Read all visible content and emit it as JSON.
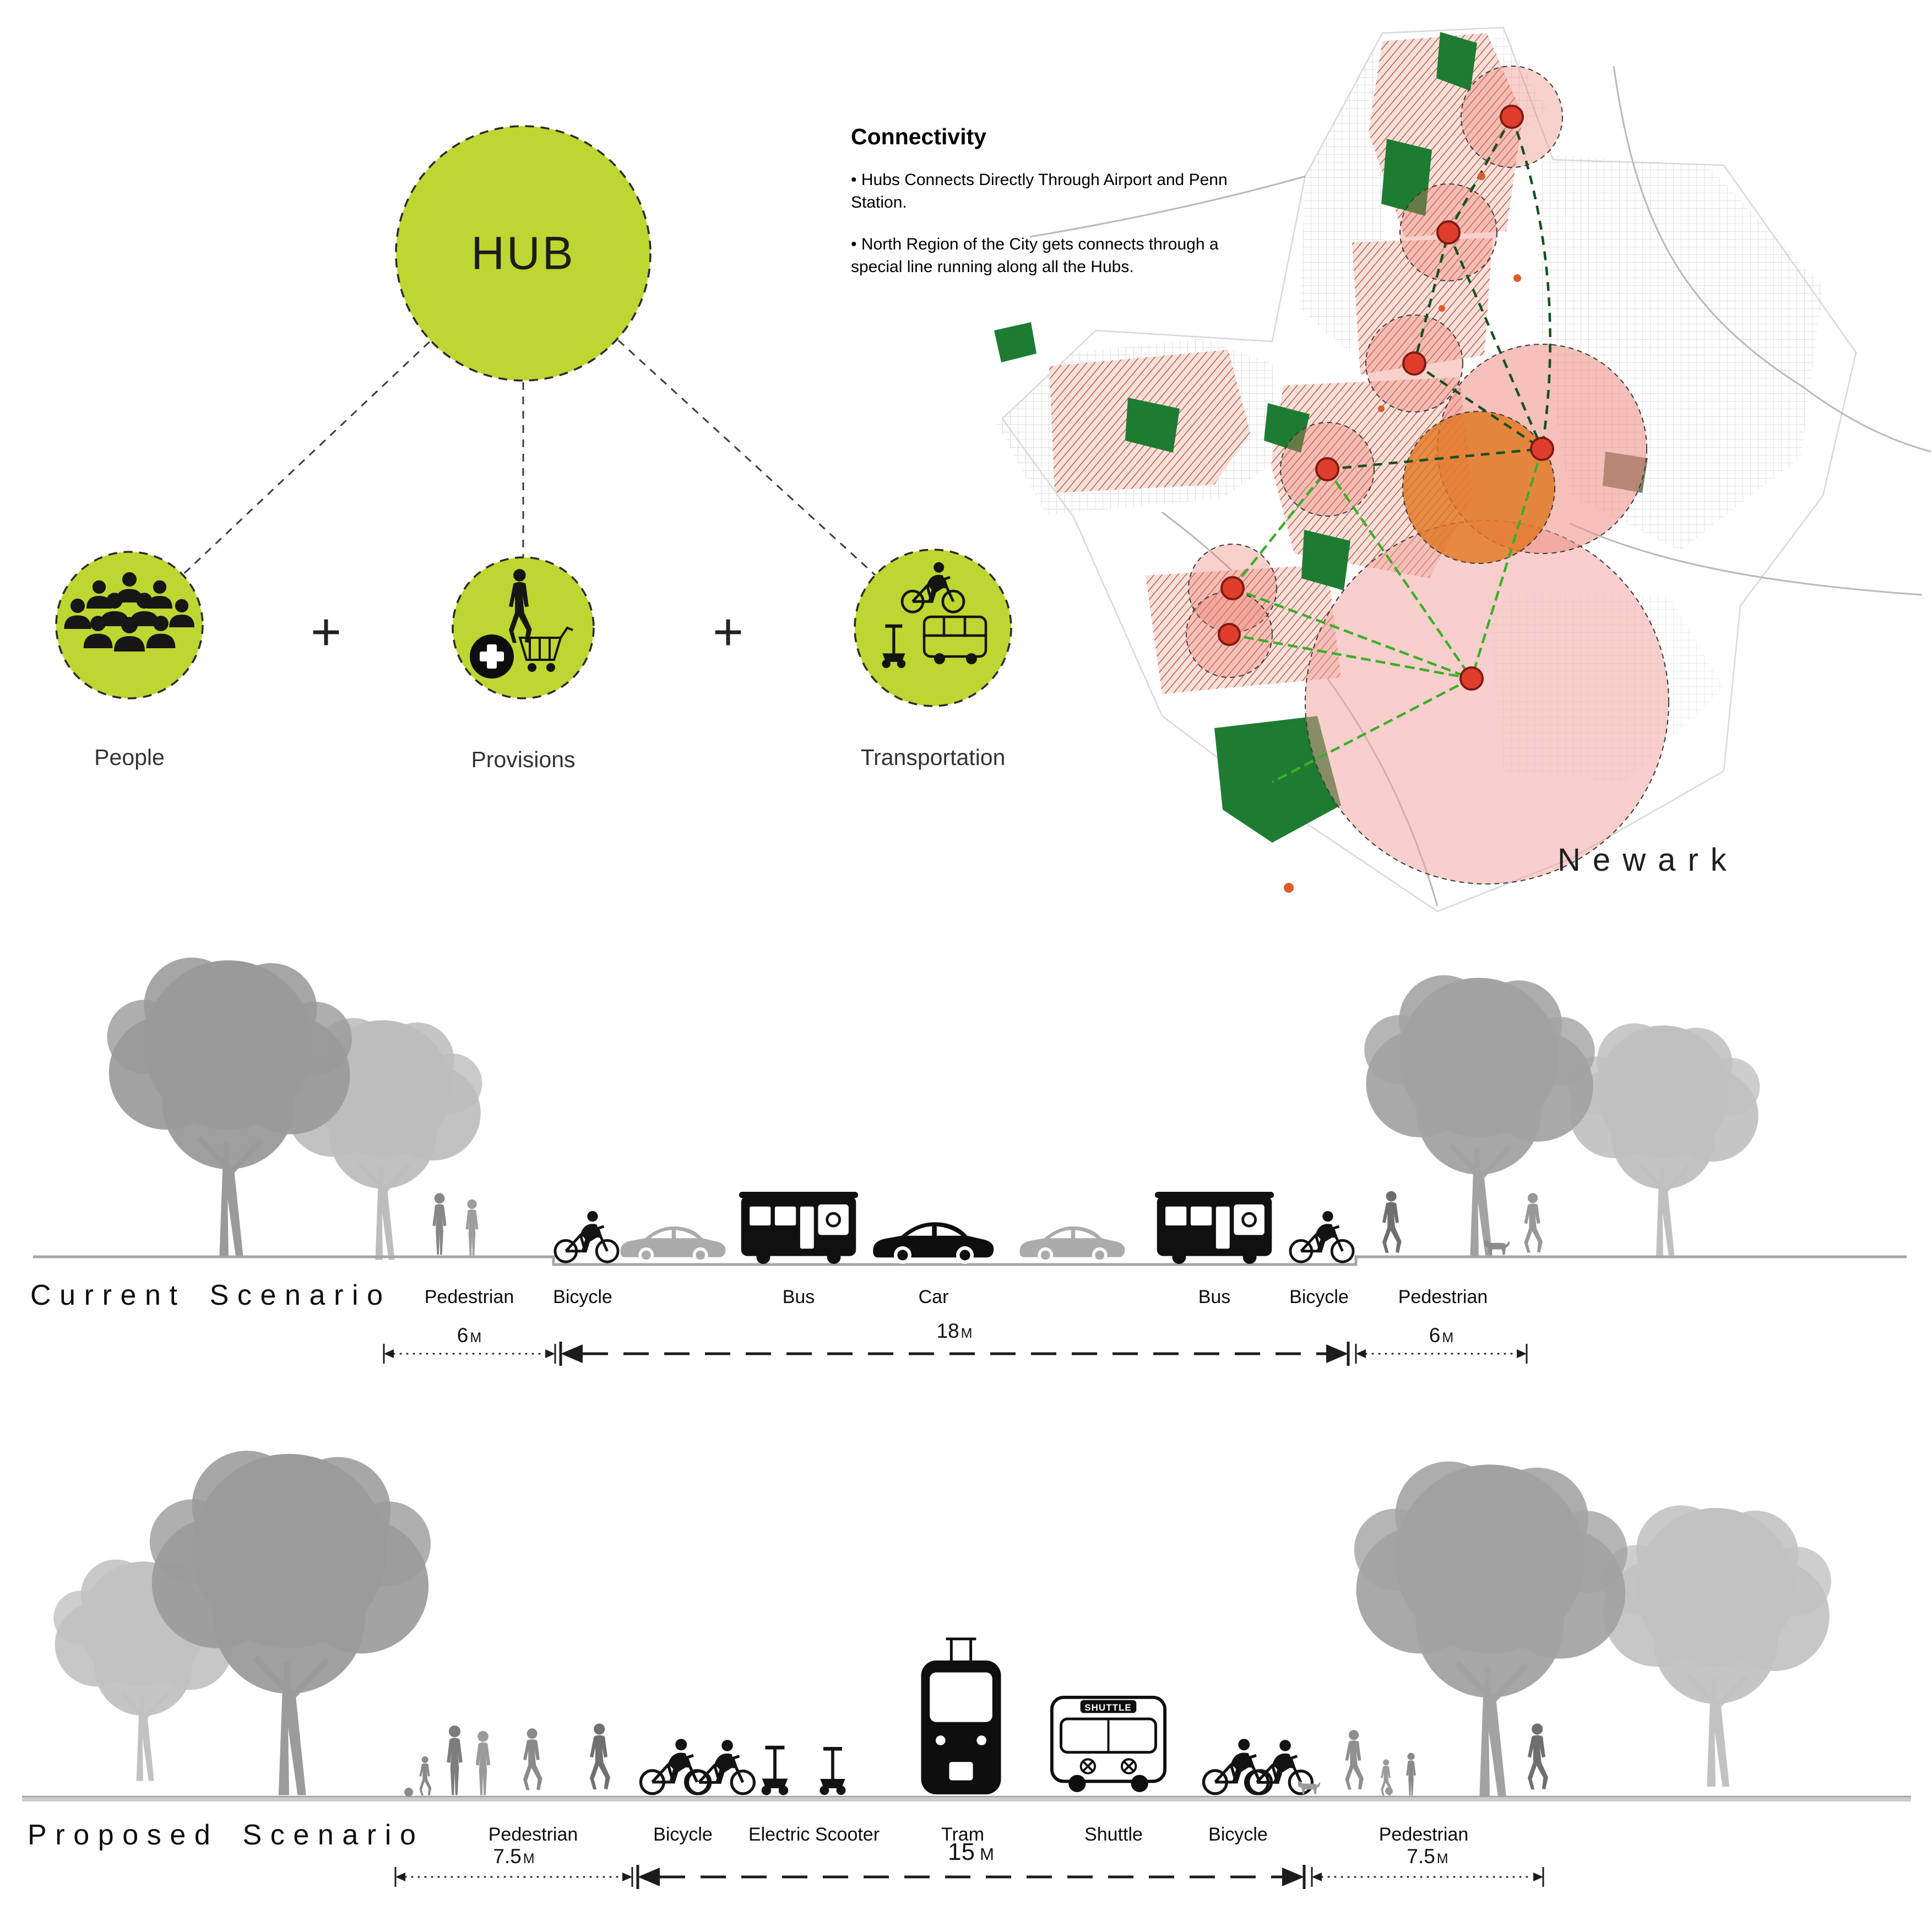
{
  "hub_diagram": {
    "hub_label": "HUB",
    "plus_sign": "+",
    "nodes": [
      {
        "label": "People",
        "icon": "crowd-icon"
      },
      {
        "label": "Provisions",
        "icon": "provisions-icon"
      },
      {
        "label": "Transportation",
        "icon": "transport-icon"
      }
    ]
  },
  "connectivity": {
    "title": "Connectivity",
    "bullets": [
      "• Hubs Connects Directly Through Airport and Penn Station.",
      "• North Region of the City gets connects through a special line running along all the Hubs."
    ]
  },
  "map": {
    "city_label": "Newark"
  },
  "current_scenario": {
    "title": "Current Scenario",
    "lanes": [
      "Pedestrian",
      "Bicycle",
      "Bus",
      "Car",
      "Bus",
      "Bicycle",
      "Pedestrian"
    ],
    "dims": [
      {
        "value": "6",
        "unit": "M"
      },
      {
        "value": "18",
        "unit": "M"
      },
      {
        "value": "6",
        "unit": "M"
      }
    ]
  },
  "proposed_scenario": {
    "title": "Proposed Scenario",
    "shuttle_label": "SHUTTLE",
    "lanes": [
      "Pedestrian",
      "Bicycle",
      "Electric Scooter",
      "Tram",
      "Shuttle",
      "Bicycle",
      "Pedestrian"
    ],
    "dims": [
      {
        "value": "7.5",
        "unit": "M"
      },
      {
        "value": "15",
        "unit": "M"
      },
      {
        "value": "7.5",
        "unit": "M"
      }
    ]
  },
  "colors": {
    "hub_green": "#bdd631",
    "map_hub_red": "#e03e2c",
    "map_pink": "#ee8c83",
    "map_orange": "#e0761f",
    "park_green": "#1d7c31",
    "link_dark_green": "#15501f",
    "link_light_green": "#3cae2b"
  }
}
